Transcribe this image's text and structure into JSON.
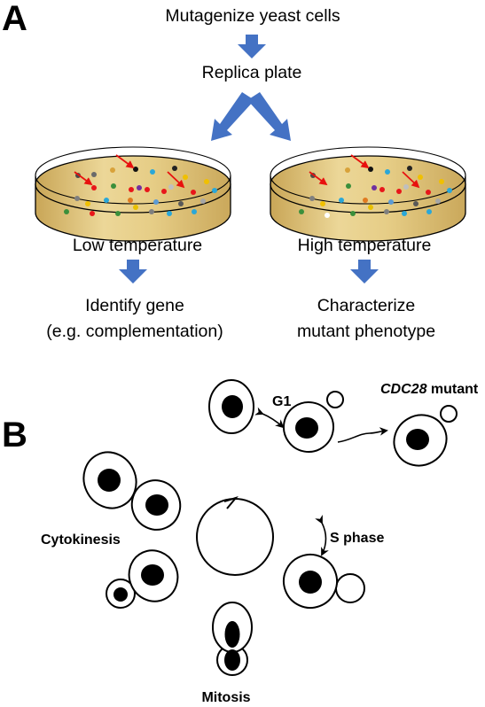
{
  "panel_a": {
    "letter": "A",
    "steps": {
      "top": "Mutagenize yeast cells",
      "second": "Replica plate"
    },
    "plates": {
      "left_label": "Low temperature",
      "right_label": "High temperature"
    },
    "outcomes": {
      "left_line1": "Identify gene",
      "left_line2": "(e.g. complementation)",
      "right_line1": "Characterize",
      "right_line2": "mutant phenotype"
    },
    "colors": {
      "arrow": "#4472C4",
      "agar": "#d9bd6f",
      "mutant_marker": "#e8100e"
    }
  },
  "panel_b": {
    "letter": "B",
    "labels": {
      "g1": "G1",
      "s_phase": "S phase",
      "cytokinesis": "Cytokinesis",
      "mitosis": "Mitosis",
      "mutant_gene": "CDC28",
      "mutant_suffix": " mutant"
    }
  }
}
